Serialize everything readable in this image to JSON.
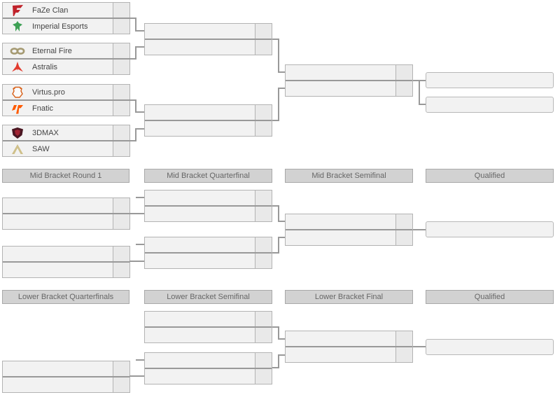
{
  "colors": {
    "row_background": "#f2f2f2",
    "score_cell_background": "#e9e9e9",
    "box_border": "#b3b3b3",
    "connector_line": "#999999",
    "header_background": "#d2d2d2",
    "header_text": "#666666",
    "team_text": "#444444"
  },
  "upper_bracket": {
    "matches": [
      {
        "top": {
          "name": "FaZe Clan",
          "icon": "faze-clan-logo",
          "icon_color": "#c0232b",
          "score": ""
        },
        "bottom": {
          "name": "Imperial Esports",
          "icon": "imperial-esports-logo",
          "icon_color": "#3da054",
          "score": ""
        }
      },
      {
        "top": {
          "name": "Eternal Fire",
          "icon": "eternal-fire-logo",
          "icon_color": "#a59a72",
          "score": ""
        },
        "bottom": {
          "name": "Astralis",
          "icon": "astralis-logo",
          "icon_color": "#e23b2e",
          "score": ""
        }
      },
      {
        "top": {
          "name": "Virtus.pro",
          "icon": "virtus-pro-logo",
          "icon_color": "#d86018",
          "score": ""
        },
        "bottom": {
          "name": "Fnatic",
          "icon": "fnatic-logo",
          "icon_color": "#ff5a00",
          "score": ""
        }
      },
      {
        "top": {
          "name": "3DMAX",
          "icon": "3dmax-logo",
          "icon_color": "#4a1722",
          "score": ""
        },
        "bottom": {
          "name": "SAW",
          "icon": "saw-logo",
          "icon_color": "#cfc08a",
          "score": ""
        }
      }
    ]
  },
  "mid_bracket": {
    "headers": [
      "Mid Bracket Round 1",
      "Mid Bracket Quarterfinal",
      "Mid Bracket Semifinal",
      "Qualified"
    ]
  },
  "lower_bracket": {
    "headers": [
      "Lower Bracket Quarterfinals",
      "Lower Bracket Semifinal",
      "Lower Bracket Final",
      "Qualified"
    ]
  }
}
